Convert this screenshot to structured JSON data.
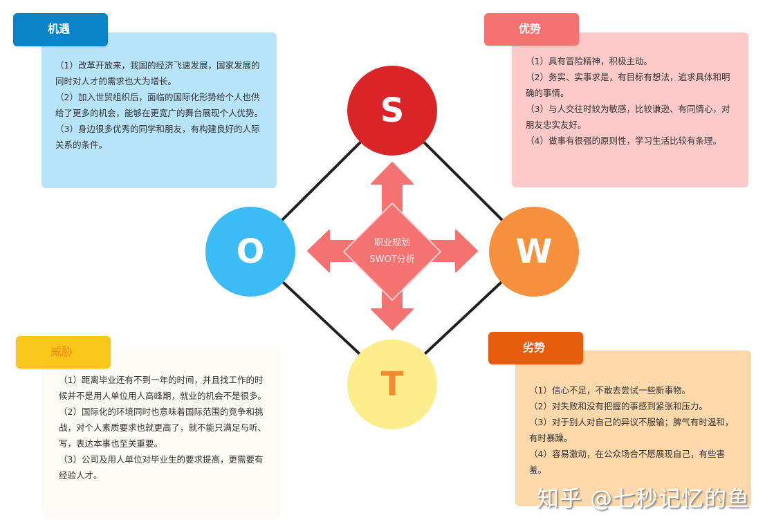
{
  "colors": {
    "opportunity_tag": "#0A84C8",
    "opportunity_card": "#B8E4FA",
    "strength_tag": "#F47272",
    "strength_card": "#FEC9C9",
    "threat_tag": "#F9C61A",
    "threat_tag_text": "#F08A1A",
    "threat_card": "#FDFBF5",
    "weakness_tag": "#E85C0E",
    "weakness_card": "#FDD8AA",
    "S": "#D92528",
    "W": "#F7903C",
    "O": "#3BBCF5",
    "T": "#FCEE8C",
    "T_letter": "#F28B2E",
    "arrows": "#F47272",
    "lines": "#1f1f1f"
  },
  "opportunity": {
    "title": "机遇",
    "items": [
      "（1）改革开放来，我国的经济飞速发展，国家发展的同时对人才的需求也大为增长。",
      "（2）加入世贸组织后，面临的国际化形势给个人也供给了更多的机会，能够在更宽广的舞台展现个人优势。",
      "（3）身边很多优秀的同学和朋友，有构建良好的人际关系的条件。"
    ]
  },
  "strength": {
    "title": "优势",
    "items": [
      "（1）具有冒险精神，积极主动。",
      "（2）务实、实事求是，有目标有想法，追求具体和明确的事情。",
      "（3）与人交往时较为敏感，比较谦逊、有同情心，对朋友忠实友好。",
      "（4）做事有很强的原则性，学习生活比较有条理。"
    ]
  },
  "threat": {
    "title": "威胁",
    "items": [
      "（1）距离毕业还有不到一年的时间，并且找工作的时候并不是用人单位用人高峰期，就业的机会不是很多。",
      "（2）国际化的环境同时也意味着国际范围的竞争和挑战，对个人素质要求也就更高了，就不能只满足与听、写，表达本事也至关重要。",
      "（3）公司及用人单位对毕业生的要求提高，更需要有经验人才。"
    ]
  },
  "weakness": {
    "title": "劣势",
    "items": [
      "（1）信心不足，不敢去尝试一些新事物。",
      "（2）对失败和没有把握的事感到紧张和压力。",
      "（3）对于别人对自己的异议不服输；脾气有时温和，有时暴躁。",
      "（4）容易激动，在公众场合不愿展现自己，有些害羞。"
    ]
  },
  "circles": {
    "S": "S",
    "W": "W",
    "O": "O",
    "T": "T"
  },
  "center": {
    "line1": "职业规划",
    "line2": "SWOT分析"
  },
  "watermark": "知乎 @七秒记忆的鱼"
}
